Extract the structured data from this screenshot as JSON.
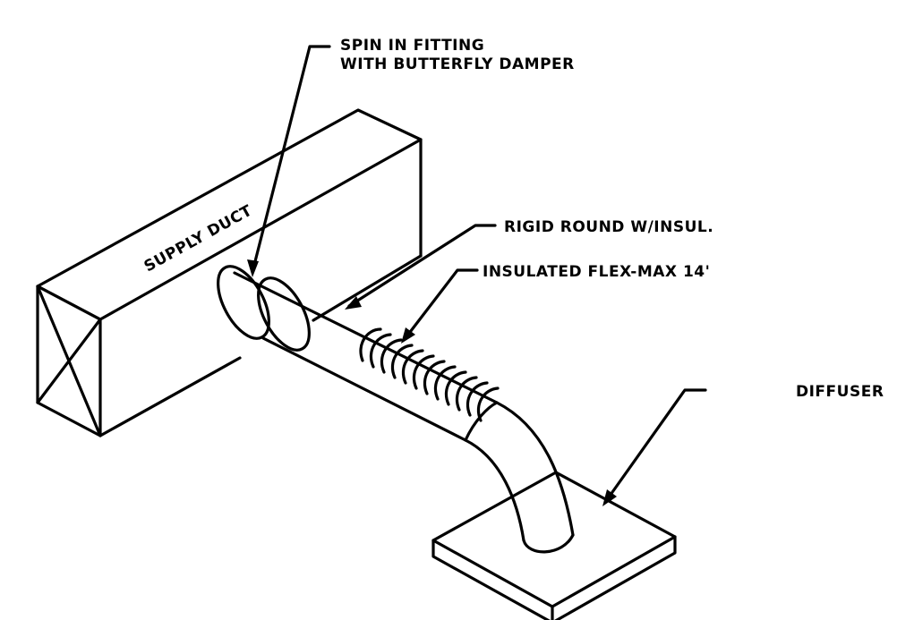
{
  "labels": {
    "supply_duct": "SUPPLY DUCT",
    "spin_in_line1": "SPIN IN FITTING",
    "spin_in_line2": "WITH BUTTERFLY DAMPER",
    "rigid_round": "RIGID ROUND W/INSUL.",
    "flex": "INSULATED FLEX-MAX 14'",
    "diffuser": "DIFFUSER"
  },
  "colors": {
    "line": "#000000",
    "background": "#ffffff"
  }
}
